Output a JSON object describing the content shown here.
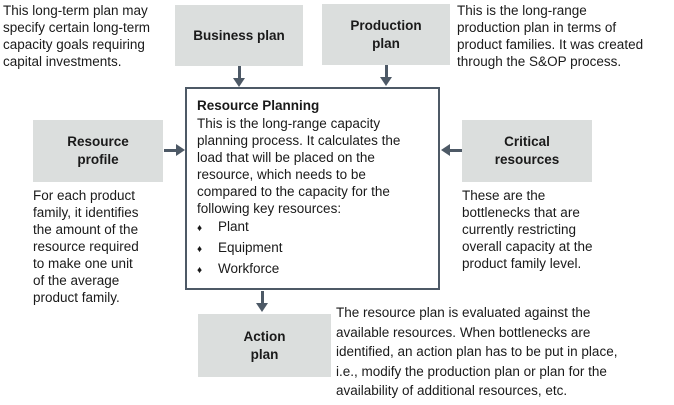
{
  "colors": {
    "background": "#ffffff",
    "box_fill": "#dbdedd",
    "connector": "#4d5966",
    "text": "#1a1a1a"
  },
  "boxes": {
    "business_plan": {
      "label": "Business plan"
    },
    "production_plan": {
      "label": "Production\nplan"
    },
    "resource_profile": {
      "label": "Resource\nprofile"
    },
    "critical_resources": {
      "label": "Critical\nresources"
    },
    "action_plan": {
      "label": "Action\nplan"
    }
  },
  "center": {
    "title": "Resource Planning",
    "body": "This is the long-range capacity\nplanning process. It calculates the\nload that will be placed on the\nresource, which needs to be\ncompared to the capacity for the\nfollowing key resources:",
    "bullet_glyph": "♦",
    "bullets": [
      "Plant",
      "Equipment",
      "Workforce"
    ]
  },
  "annotations": {
    "business_note": "This long-term plan may\nspecify certain long-term\ncapacity goals requiring\ncapital investments.",
    "production_note": "This is the long-range\nproduction plan in terms of\nproduct families. It was created\nthrough the S&OP process.",
    "resource_profile_note": "For each product\nfamily, it identifies\nthe amount of the\nresource required\nto make one unit\nof the average\nproduct family.",
    "critical_resources_note": "These are the\nbottlenecks that are\ncurrently restricting\noverall capacity at the\nproduct family level.",
    "action_plan_note": "The resource plan is evaluated against the\navailable resources. When bottlenecks are\nidentified, an action plan has to be put in place,\ni.e., modify the production plan or plan for the\navailability of additional resources, etc."
  }
}
